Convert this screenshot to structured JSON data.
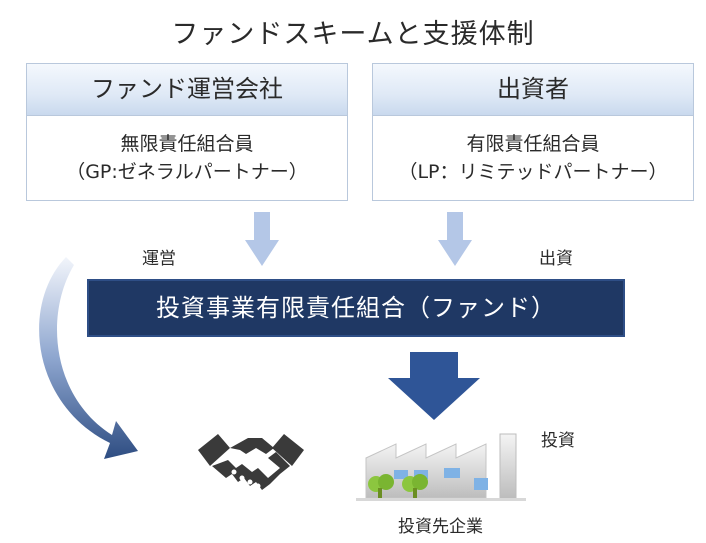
{
  "title": "ファンドスキームと支援体制",
  "gp": {
    "header": "ファンド運営会社",
    "line1": "無限責任組合員",
    "line2": "（GP:ゼネラルパートナー）"
  },
  "lp": {
    "header": "出資者",
    "line1": "有限責任組合員",
    "line2": "（LP：リミテッドパートナー）"
  },
  "flows": {
    "operate": "運営",
    "contribute": "出資",
    "invest": "投資"
  },
  "fund": {
    "label": "投資事業有限責任組合（ファンド）"
  },
  "investee": {
    "label": "投資先企業"
  },
  "icons": {
    "handshake": "handshake-icon",
    "factory": "factory-icon"
  },
  "colors": {
    "fund_bar": "#1f3864",
    "light_arrow": "#b4c7e7",
    "dark_arrow": "#2f5597"
  }
}
